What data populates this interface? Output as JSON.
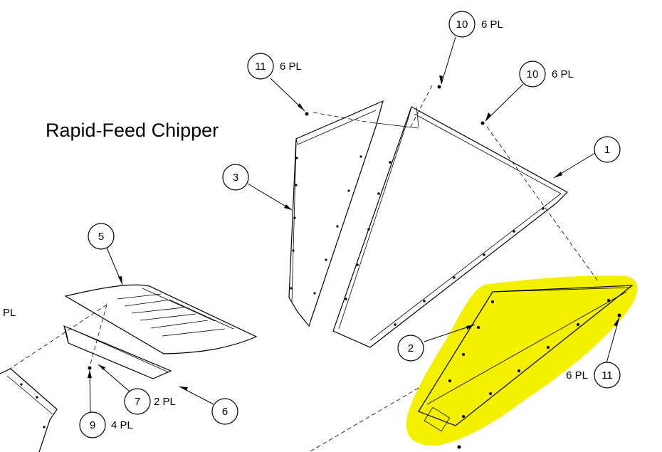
{
  "title": "Rapid-Feed Chipper",
  "colors": {
    "highlight": "#f5f000",
    "line": "#000000",
    "background": "#ffffff"
  },
  "callouts": [
    {
      "id": "c10a",
      "number": "10",
      "qty": "6 PL"
    },
    {
      "id": "c10b",
      "number": "10",
      "qty": "6 PL"
    },
    {
      "id": "c11a",
      "number": "11",
      "qty": "6 PL"
    },
    {
      "id": "c1",
      "number": "1",
      "qty": ""
    },
    {
      "id": "c3",
      "number": "3",
      "qty": ""
    },
    {
      "id": "c5",
      "number": "5",
      "qty": ""
    },
    {
      "id": "c2",
      "number": "2",
      "qty": ""
    },
    {
      "id": "c11b",
      "number": "11",
      "qty": "6 PL"
    },
    {
      "id": "c7",
      "number": "7",
      "qty": "2 PL"
    },
    {
      "id": "c9",
      "number": "9",
      "qty": "4 PL"
    },
    {
      "id": "c6",
      "number": "6",
      "qty": ""
    }
  ],
  "edge_label": "PL"
}
